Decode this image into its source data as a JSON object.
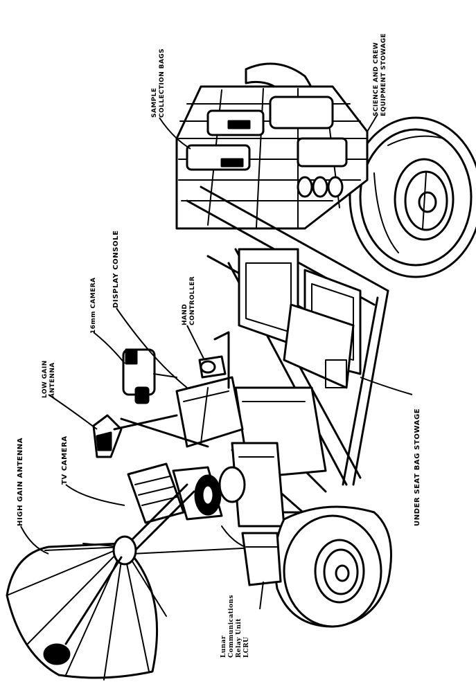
{
  "labels": {
    "high_gain_antenna": "HIGH GAIN ANTENNA",
    "tv_camera": "TV CAMERA",
    "low_gain_antenna_1": "LOW GAIN",
    "low_gain_antenna_2": "ANTENNA",
    "movie_camera": "16mm CAMERA",
    "display_console": "DISPLAY CONSOLE",
    "hand_controller_1": "HAND",
    "hand_controller_2": "CONTROLLER",
    "sample_bags_1": "SAMPLE",
    "sample_bags_2": "COLLECTION BAGS",
    "science_stowage_1": "SCIENCE AND CREW",
    "science_stowage_2": "EQUIPMENT STOWAGE",
    "under_seat_stowage": "UNDER SEAT BAG STOWAGE",
    "lcru_1": "Lunar",
    "lcru_2": "Communications",
    "lcru_3": "Relay Unit",
    "lcru_4": "LCRU"
  }
}
